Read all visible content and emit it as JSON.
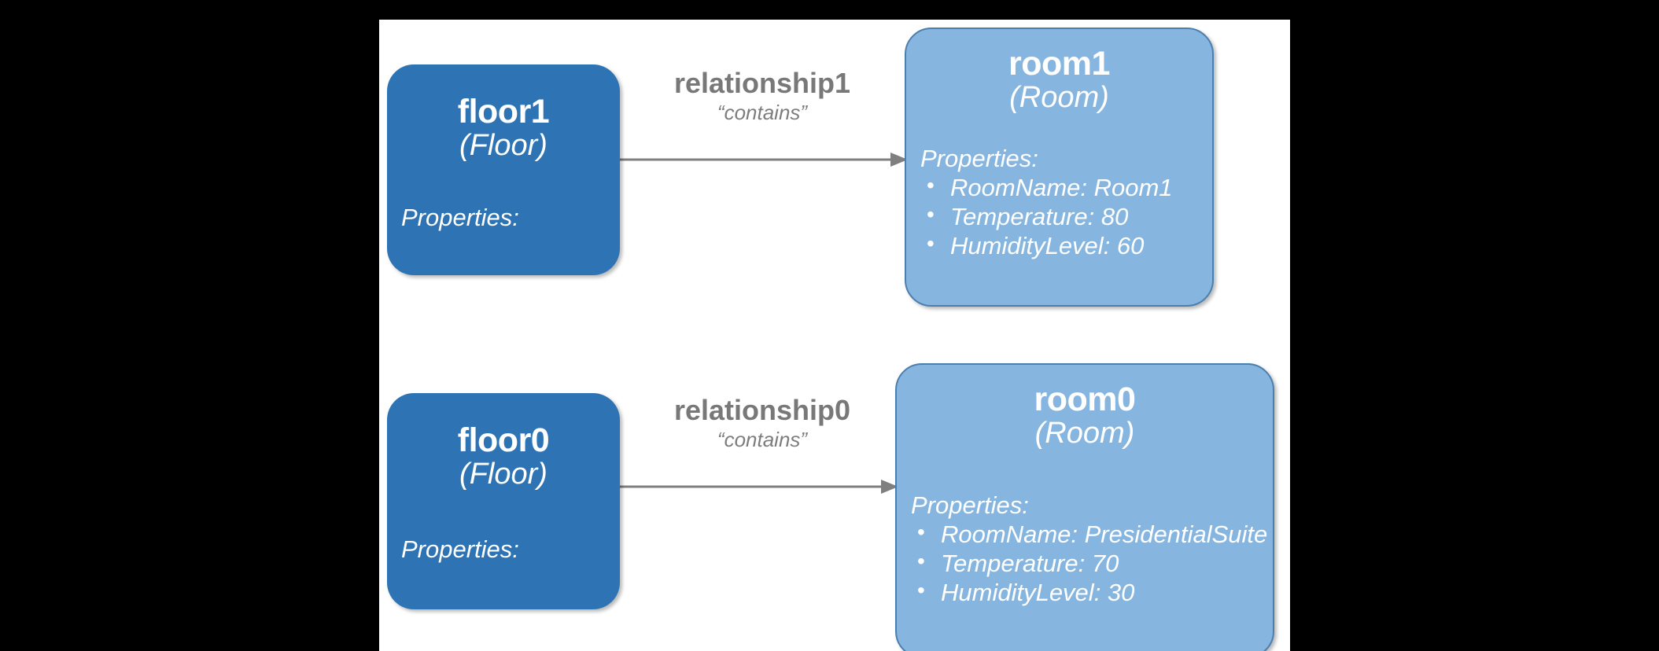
{
  "canvas": {
    "background_color": "#ffffff",
    "page_background_color": "#000000"
  },
  "colors": {
    "floor_fill": "#2E74B5",
    "room_fill": "#86B6E0",
    "room_border": "#4A7FB0",
    "edge_line": "#7F7F7F",
    "edge_text": "#787878",
    "node_text": "#ffffff"
  },
  "nodes": [
    {
      "id": "floor1",
      "title": "floor1",
      "type_label": "(Floor)",
      "properties_label": "Properties:",
      "properties": []
    },
    {
      "id": "room1",
      "title": "room1",
      "type_label": "(Room)",
      "properties_label": "Properties:",
      "properties": [
        "RoomName: Room1",
        "Temperature: 80",
        "HumidityLevel: 60"
      ]
    },
    {
      "id": "floor0",
      "title": "floor0",
      "type_label": "(Floor)",
      "properties_label": "Properties:",
      "properties": []
    },
    {
      "id": "room0",
      "title": "room0",
      "type_label": "(Room)",
      "properties_label": "Properties:",
      "properties": [
        "RoomName: PresidentialSuite",
        "Temperature: 70",
        "HumidityLevel: 30"
      ]
    }
  ],
  "edges": [
    {
      "id": "relationship1",
      "name": "relationship1",
      "kind": "“contains”",
      "source": "floor1",
      "target": "room1"
    },
    {
      "id": "relationship0",
      "name": "relationship0",
      "kind": "“contains”",
      "source": "floor0",
      "target": "room0"
    }
  ],
  "bullet_glyph": "•"
}
